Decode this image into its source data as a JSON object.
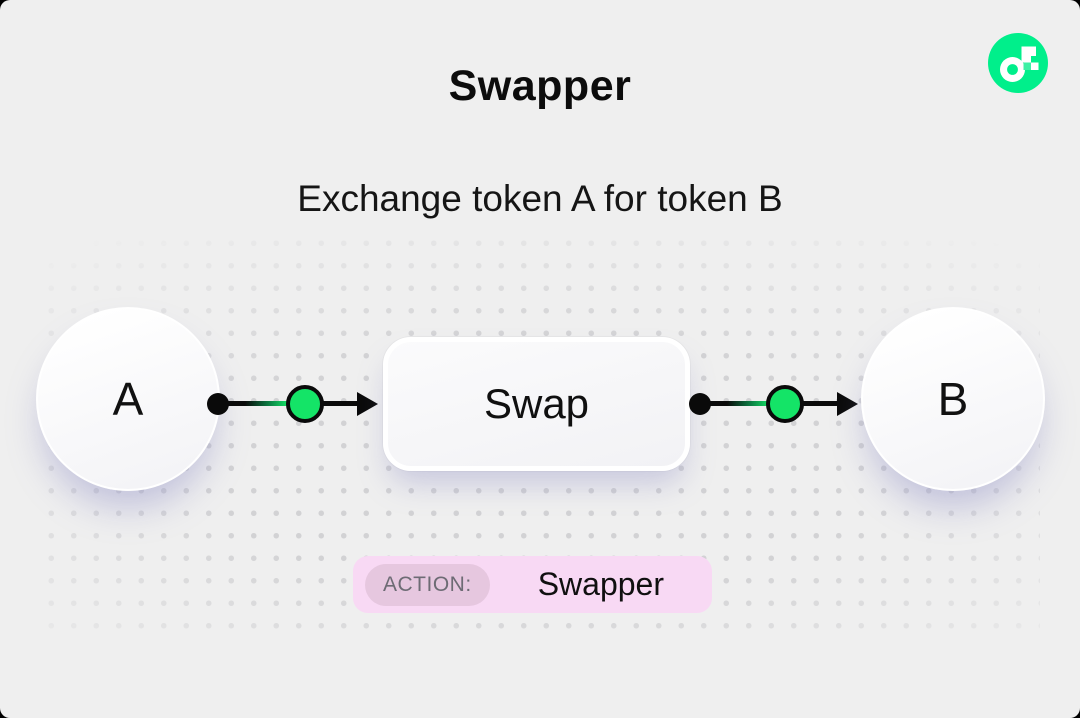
{
  "frame": {
    "background_color": "#efefef",
    "border_color": "#000000"
  },
  "header": {
    "title": "Swapper",
    "subtitle": "Exchange token A for token B"
  },
  "logo": {
    "name": "Flow logo",
    "circle_color": "#00ef8b",
    "glyph_color": "#ffffff",
    "accent_square_color": "#3df0a4"
  },
  "diagram": {
    "node_a_label": "A",
    "swap_label": "Swap",
    "node_b_label": "B",
    "connector": {
      "start_dot_color": "#0a0a0a",
      "midpoint_circle_color": "#14e467",
      "line_gradient_from": "#0a0a0a",
      "line_gradient_to": "#14e467",
      "arrow_color": "#0a0a0a"
    }
  },
  "action_badge": {
    "label": "ACTION:",
    "value": "Swapper",
    "bg_color": "#f8d9f4",
    "label_bg_color": "#e6c7df",
    "label_text_color": "#6d6b74"
  }
}
